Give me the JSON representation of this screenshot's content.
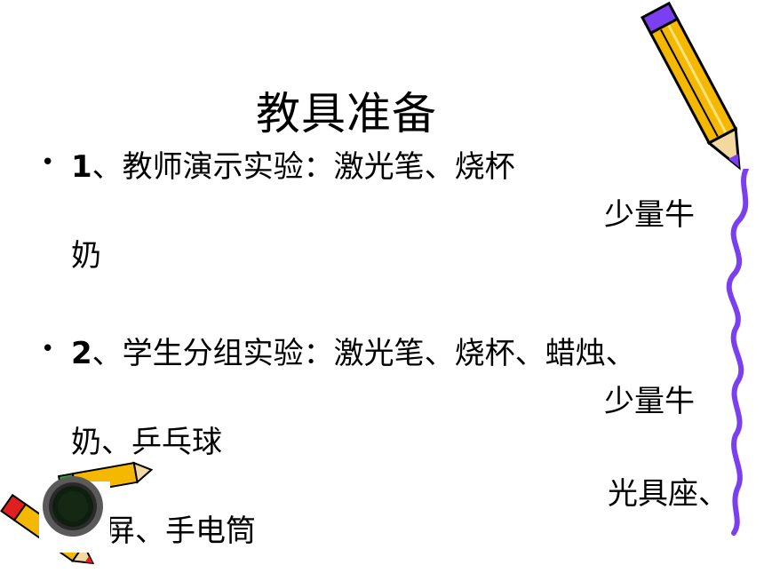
{
  "slide": {
    "title": "教具准备",
    "items": [
      {
        "bullet": "•",
        "number": "1",
        "text": "、教师演示实验：激光笔、烧杯",
        "cont1": "少量牛",
        "cont2": "奶"
      },
      {
        "bullet": "•",
        "number": "2",
        "text": "、学生分组实验：激光笔、烧杯、蜡烛、",
        "cont1": "少量牛",
        "cont2": "奶、乒乓球",
        "cont3": "光具座、",
        "cont4": "屏、手电筒"
      }
    ]
  },
  "decorations": {
    "pencil_top": "pencil-icon",
    "squiggle": "purple-squiggle-line",
    "pencils_bottom": "crossed-pencils-icon",
    "button": "round-dark-button-icon"
  },
  "colors": {
    "squiggle": "#7b3ff2",
    "pencil_body": "#f5b800",
    "pencil_outline": "#000000",
    "button_outer": "#5a5a5a",
    "button_inner": "#0f1f0f"
  }
}
